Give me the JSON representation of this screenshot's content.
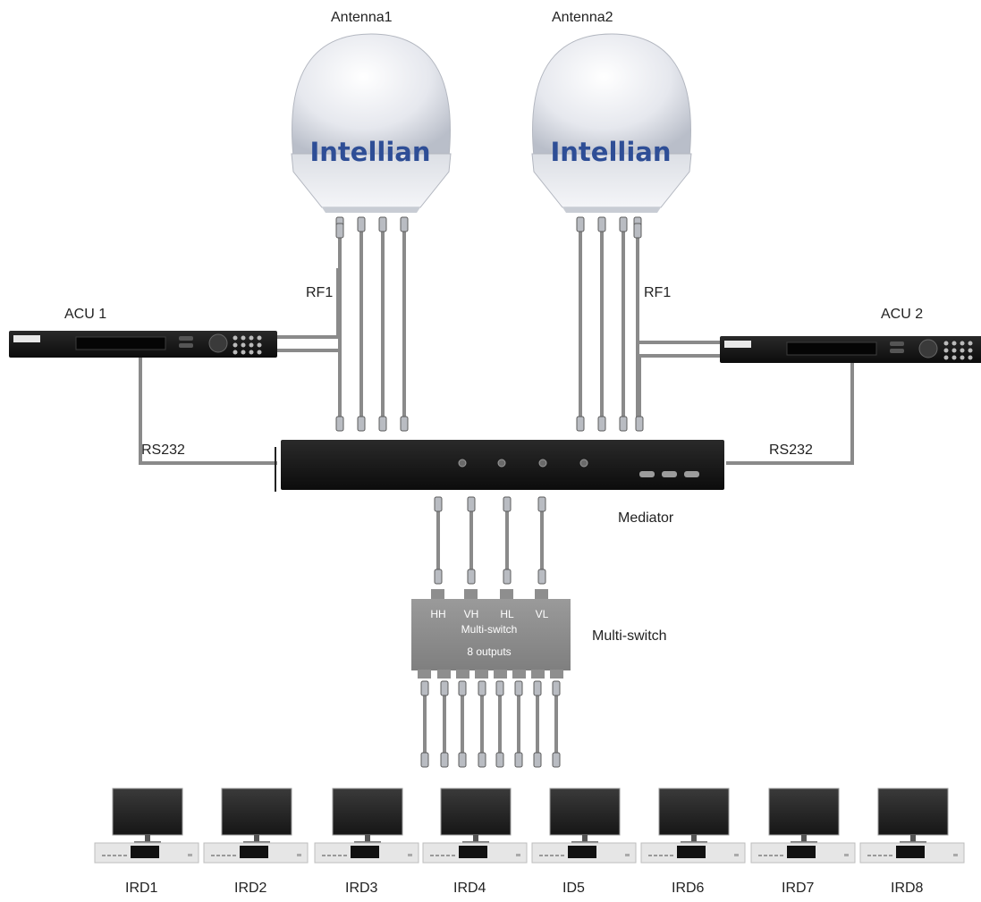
{
  "antennas": [
    {
      "label": "Antenna1",
      "brand": "Intellian"
    },
    {
      "label": "Antenna2",
      "brand": "Intellian"
    }
  ],
  "acus": [
    {
      "label": "ACU 1"
    },
    {
      "label": "ACU 2"
    }
  ],
  "cables": {
    "rf_left": "RF1",
    "rf_right": "RF1",
    "rs232_left": "RS232",
    "rs232_right": "RS232"
  },
  "mediator": {
    "label": "Mediator"
  },
  "multiswitch": {
    "label": "Multi-switch",
    "ports": [
      "HH",
      "VH",
      "HL",
      "VL"
    ],
    "inner_title": "Multi-switch",
    "outputs": "8 outputs"
  },
  "irds": [
    "IRD1",
    "IRD2",
    "IRD3",
    "IRD4",
    "ID5",
    "IRD6",
    "IRD7",
    "IRD8"
  ],
  "colors": {
    "brand": "#2e4e96",
    "cable": "#8a8a8a",
    "device": "#1c1c1c"
  }
}
